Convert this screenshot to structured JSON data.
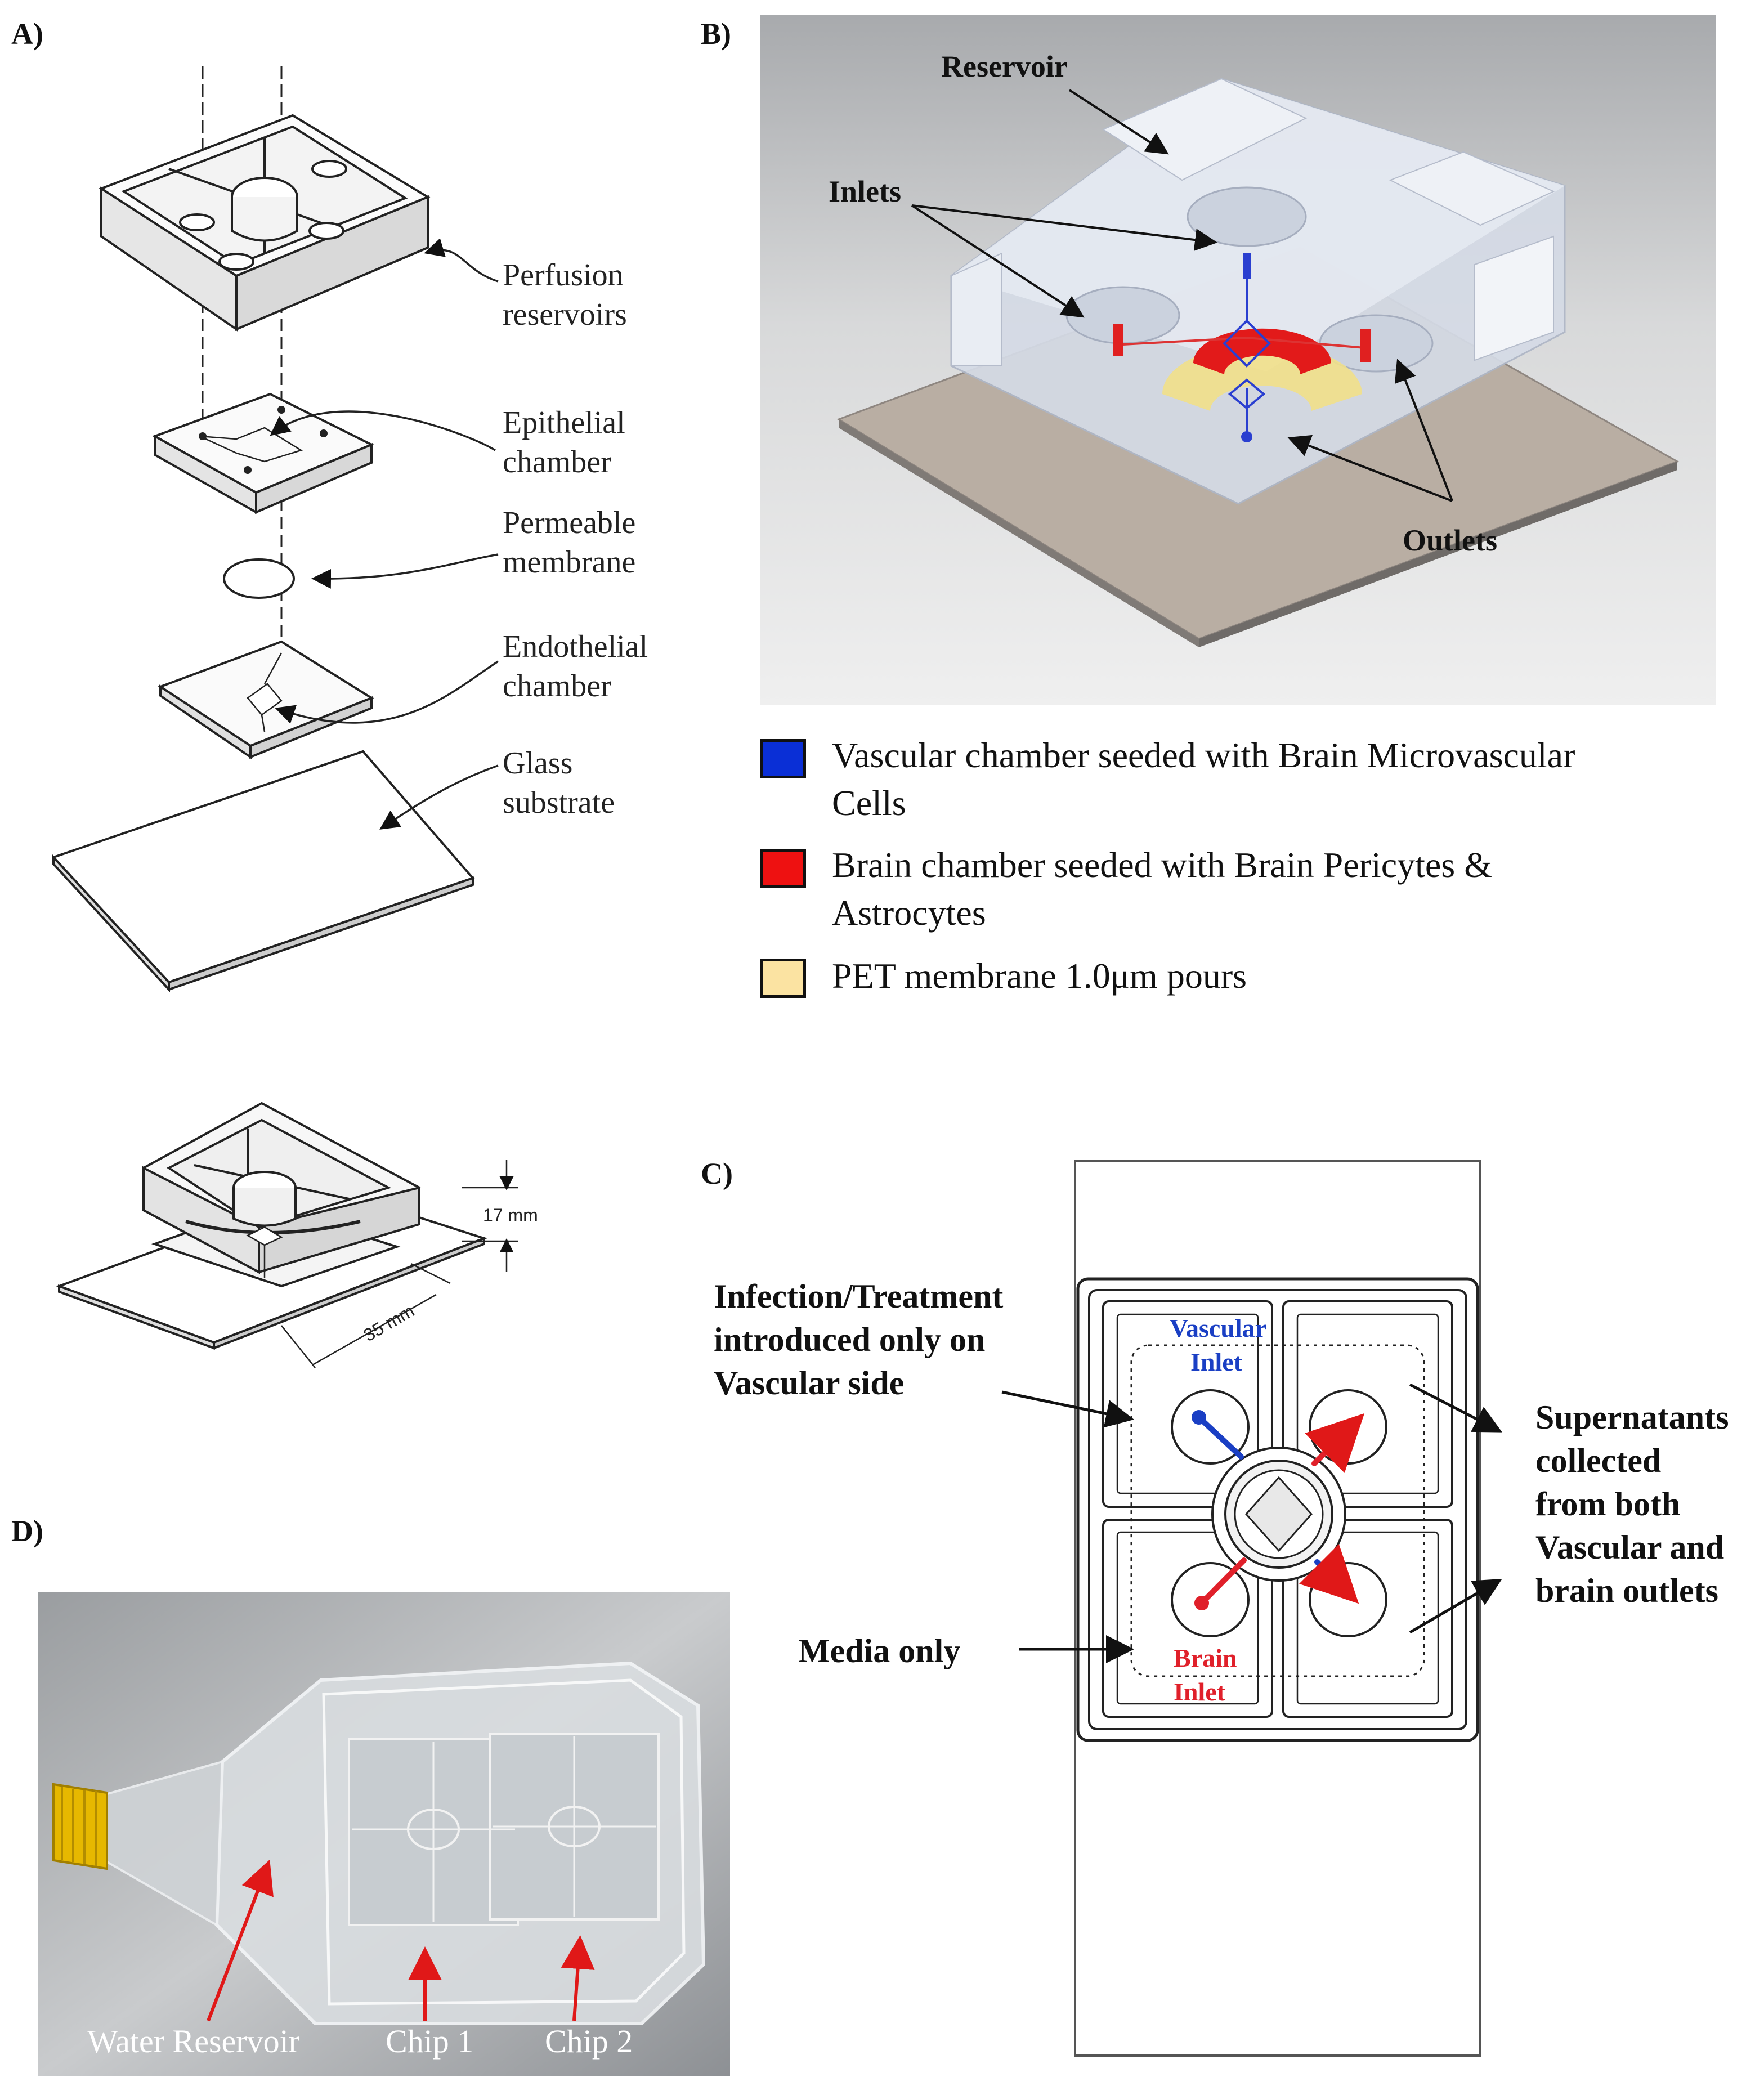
{
  "panels": {
    "a": {
      "letter": "A)",
      "labels": {
        "perfusion_line1": "Perfusion",
        "perfusion_line2": "reservoirs",
        "epithelial_line1": "Epithelial",
        "epithelial_line2": "chamber",
        "permeable_line1": "Permeable",
        "permeable_line2": "membrane",
        "endothelial_line1": "Endothelial",
        "endothelial_line2": "chamber",
        "glass_line1": "Glass",
        "glass_line2": "substrate"
      },
      "dimensions": {
        "height": "17 mm",
        "width": "35 mm"
      }
    },
    "b": {
      "letter": "B)",
      "labels": {
        "reservoir": "Reservoir",
        "inlets": "Inlets",
        "outlets": "Outlets"
      },
      "legend": [
        {
          "line1": "Vascular chamber seeded with Brain Microvascular",
          "line2": "Cells",
          "color": "#0a2fd6"
        },
        {
          "line1": "Brain chamber seeded with Brain Pericytes &",
          "line2": "Astrocytes",
          "color": "#ee1111"
        },
        {
          "line1": "PET membrane 1.0μm pours",
          "line2": "",
          "color": "#fbe3a2"
        }
      ]
    },
    "c": {
      "letter": "C)",
      "labels": {
        "infection_line1": "Infection/Treatment",
        "infection_line2": "introduced only on",
        "infection_line3": "Vascular side",
        "media": "Media only",
        "supernatants_line1": "Supernatants",
        "supernatants_line2": "collected",
        "supernatants_line3": "from both",
        "supernatants_line4": "Vascular and",
        "supernatants_line5": "brain outlets",
        "vascular_inlet_line1": "Vascular",
        "vascular_inlet_line2": "Inlet",
        "brain_inlet_line1": "Brain",
        "brain_inlet_line2": "Inlet"
      },
      "colors": {
        "vascular": "#1a3fc4",
        "brain": "#e0202a"
      }
    },
    "d": {
      "letter": "D)",
      "labels": {
        "water_reservoir": "Water Reservoir",
        "chip1": "Chip 1",
        "chip2": "Chip 2"
      }
    }
  }
}
